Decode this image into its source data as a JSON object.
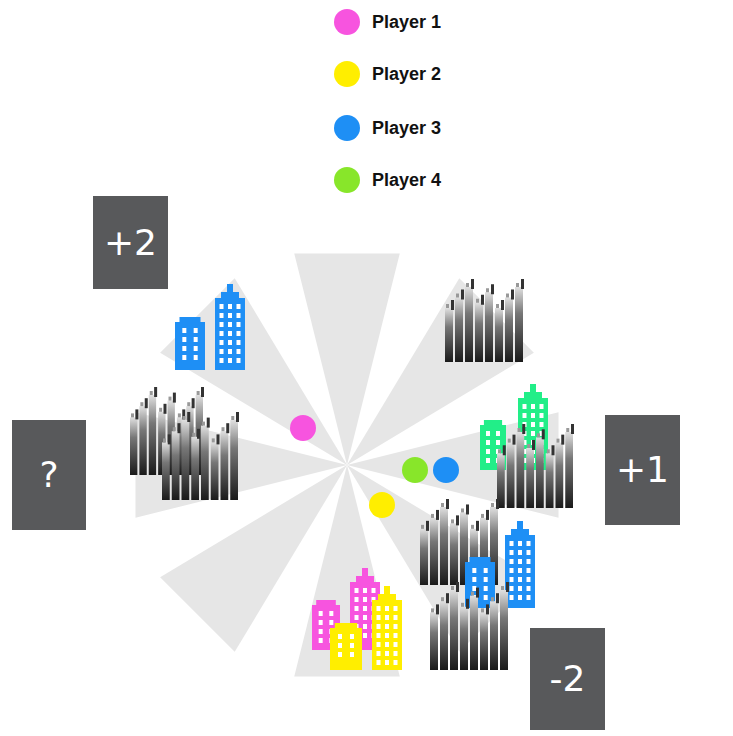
{
  "diagram": {
    "nodes": [
      {
        "text": [
          "+2"
        ]
      },
      {
        "text": [
          "?"
        ]
      },
      {
        "text": [
          "+1"
        ]
      },
      {
        "text": [
          "-2"
        ]
      }
    ],
    "edges": [],
    "legend": [
      {
        "text": "Player 1",
        "color": "#f754df"
      },
      {
        "text": "Player 2",
        "color": "#ffee00"
      },
      {
        "text": "Player 3",
        "color": "#1e8ff5"
      },
      {
        "text": "Player 4",
        "color": "#88e62a"
      }
    ]
  }
}
